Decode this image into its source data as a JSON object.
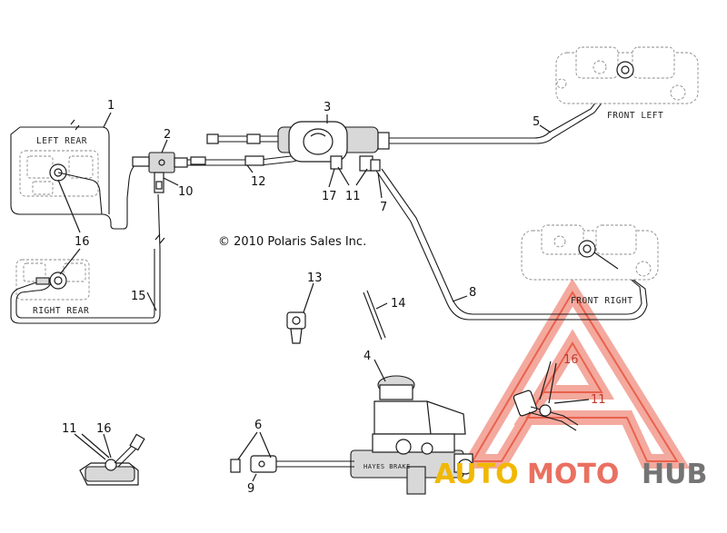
{
  "diagram": {
    "copyright": "© 2010 Polaris Sales Inc.",
    "captions": {
      "left_rear": "LEFT REAR",
      "right_rear": "RIGHT REAR",
      "front_left": "FRONT LEFT",
      "front_right": "FRONT RIGHT",
      "reservoir_brand": "HAYES BRAKE"
    },
    "callouts": {
      "c1": "1",
      "c2": "2",
      "c3": "3",
      "c4": "4",
      "c5": "5",
      "c6": "6",
      "c7": "7",
      "c8": "8",
      "c9": "9",
      "c10": "10",
      "c11a": "11",
      "c11b": "11",
      "c11c": "11",
      "c12": "12",
      "c13": "13",
      "c14": "14",
      "c15": "15",
      "c16a": "16",
      "c16b": "16",
      "c16c": "16",
      "c17": "17"
    },
    "colors": {
      "line": "#1a1a1a",
      "watermark_red": "#e8503a",
      "watermark_yellow": "#f1b800",
      "watermark_gray": "#747474"
    }
  },
  "watermark": {
    "part1": "AUTO",
    "part2": "MOTO",
    "part3": "HUB"
  }
}
